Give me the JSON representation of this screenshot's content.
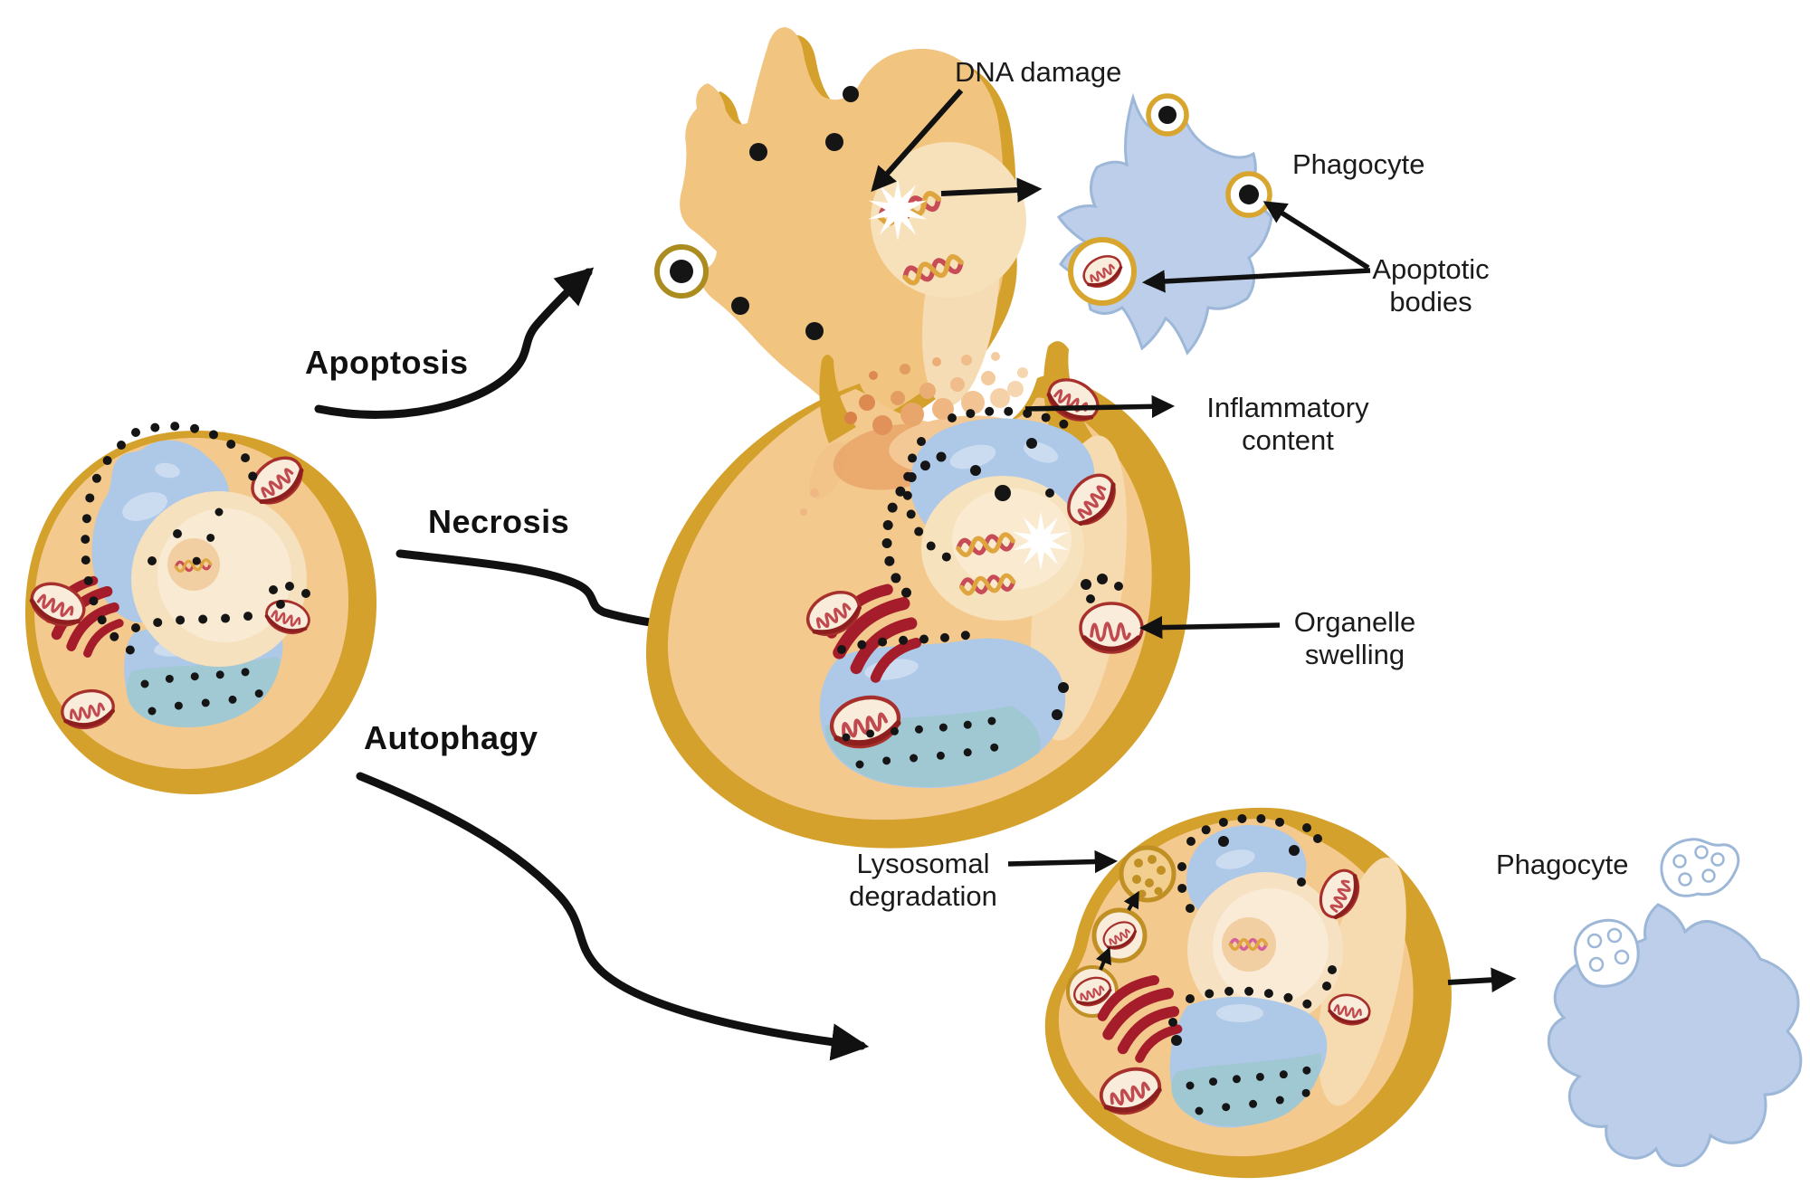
{
  "pathways": {
    "apoptosis": "Apoptosis",
    "necrosis": "Necrosis",
    "autophagy": "Autophagy"
  },
  "annotations": {
    "dna_damage": "DNA damage",
    "phagocyte_top": "Phagocyte",
    "apoptotic_bodies": "Apoptotic bodies",
    "inflammatory_content": "Inflammatory content",
    "organelle_swelling": "Organelle swelling",
    "lysosomal_degradation": "Lysosomal degradation",
    "phagocyte_bottom": "Phagocyte"
  },
  "colors": {
    "background": "#ffffff",
    "cytoplasm": "#f3c98d",
    "cytoplasm_light": "#f7dbb0",
    "membrane_gold": "#d5a12d",
    "nucleus": "#f6e2c0",
    "nucleus_inner": "#f9ead3",
    "nucleolus": "#f2cfa3",
    "er_blue": "#aec8e8",
    "er_light": "#cbdcf1",
    "granular_teal": "#a1c9d3",
    "golgi_red": "#a51d2b",
    "mitochondrion_fill": "#f9ecda",
    "mitochondrion_red": "#c14a50",
    "mitochondrion_rim": "#8e1f1f",
    "ribosome_black": "#151515",
    "dna_red": "#c84b58",
    "dna_gold": "#dfa63f",
    "dna_pink": "#d8609a",
    "inflammatory_orange": "#dd8a50",
    "lysosome_gold": "#c09025",
    "apoptotic_body_ring": "#d8a62e",
    "phagocyte_blue": "#bccee9",
    "phagocyte_outline": "#9cb7d8",
    "arrow_black": "#111111",
    "label_text": "#1b1b1b"
  }
}
